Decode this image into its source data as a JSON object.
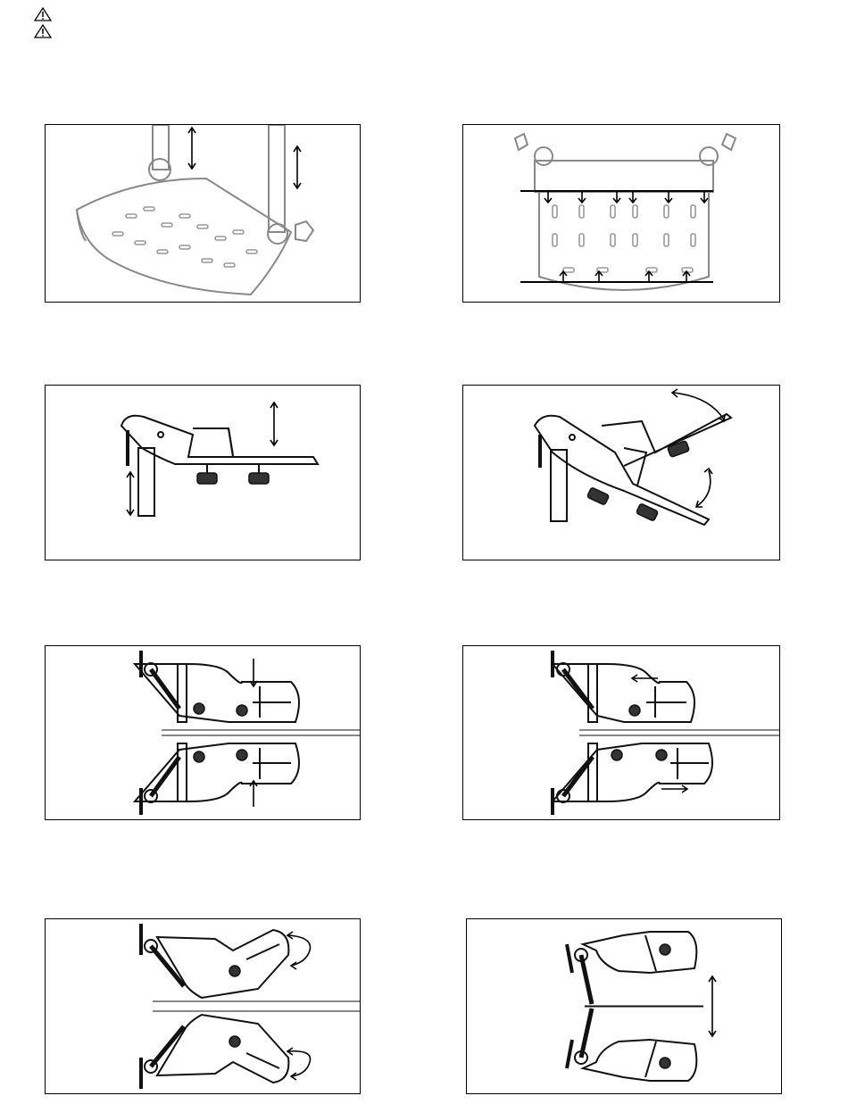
{
  "warnings": [
    {
      "icon": "warning-triangle-icon"
    },
    {
      "icon": "warning-triangle-icon"
    }
  ],
  "figures": [
    {
      "name": "footplate-height-adjust"
    },
    {
      "name": "footplate-width-adjust"
    },
    {
      "name": "footplate-side-height-adjust"
    },
    {
      "name": "footplate-angle-adjust"
    },
    {
      "name": "footplate-depth-adjust-vertical"
    },
    {
      "name": "footplate-depth-adjust-horizontal"
    },
    {
      "name": "footplate-rotation-adjust"
    },
    {
      "name": "footplate-flip-up"
    }
  ]
}
